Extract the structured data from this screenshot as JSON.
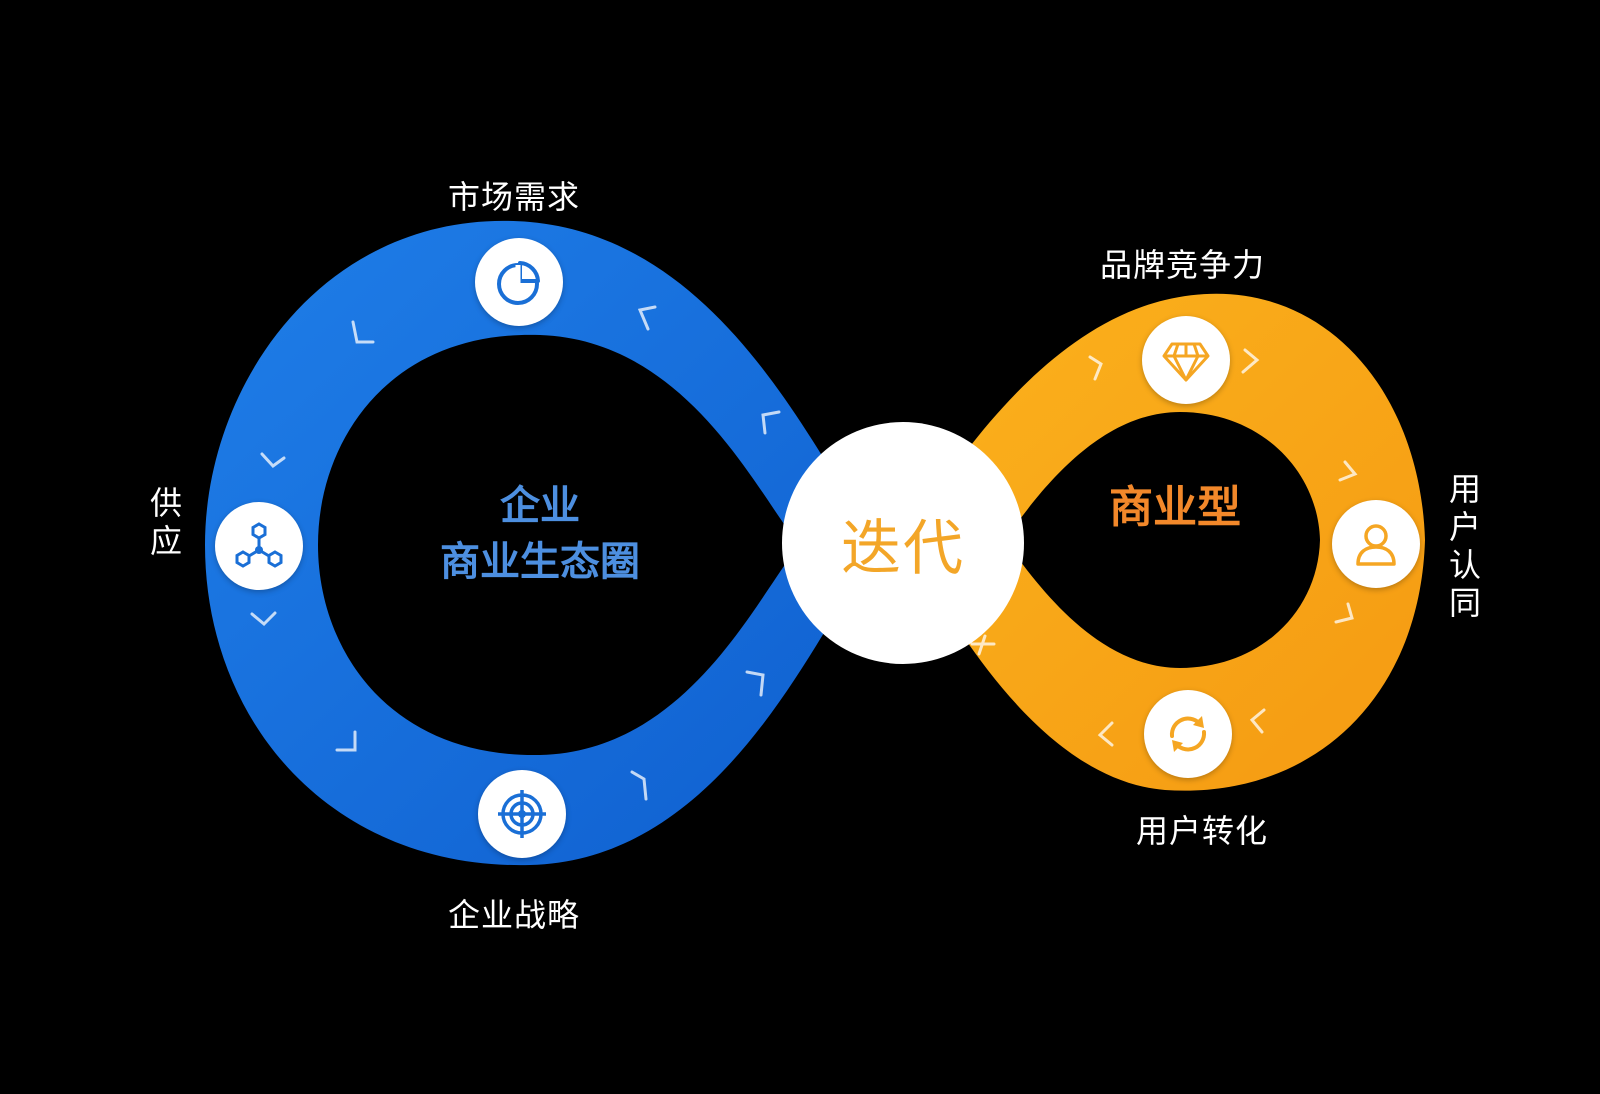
{
  "diagram": {
    "hub_label": "迭代",
    "left_loop": {
      "title_line1": "企业",
      "title_line2": "商业生态圈",
      "color": "#1a74e0",
      "title_color": "#4d8fe0",
      "nodes": [
        {
          "label": "市场需求",
          "icon": "pie-chart-icon"
        },
        {
          "label": "供应",
          "icon": "network-nodes-icon"
        },
        {
          "label": "企业战略",
          "icon": "target-crosshair-icon"
        }
      ]
    },
    "right_loop": {
      "title": "商业型",
      "color": "#f7a81b",
      "title_color": "#f2882a",
      "nodes": [
        {
          "label": "品牌竞争力",
          "icon": "diamond-icon"
        },
        {
          "label": "用户认同",
          "icon": "user-icon"
        },
        {
          "label": "用户转化",
          "icon": "refresh-cycle-icon"
        }
      ]
    }
  }
}
